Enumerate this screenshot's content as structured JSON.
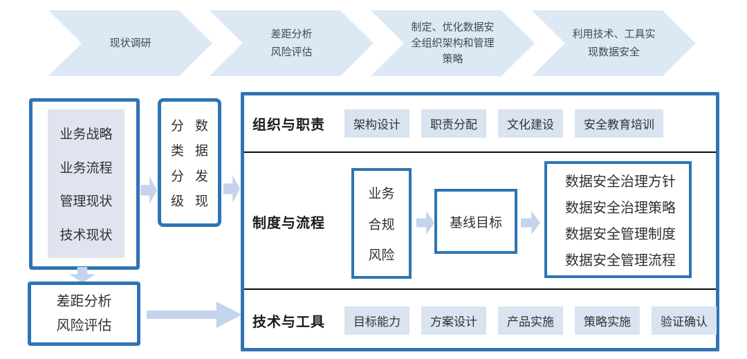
{
  "palette": {
    "accent_border_blue": "#2e74b5",
    "chevron_fill": "#dce8f4",
    "chip_fill": "#dae4f1",
    "inner_panel_fill": "#dfe4ef",
    "arrow_fill": "#c3d4ec",
    "divider_black": "#0a0a0a"
  },
  "process_bar": {
    "steps": [
      {
        "lines": [
          "现状调研"
        ]
      },
      {
        "lines": [
          "差距分析",
          "风险评估"
        ]
      },
      {
        "lines": [
          "制定、优化数据安",
          "全组织架构和管理",
          "策略"
        ]
      },
      {
        "lines": [
          "利用技术、工具实",
          "现数据安全"
        ]
      }
    ]
  },
  "left_column": {
    "current_state_box": {
      "items": [
        "业务战略",
        "业务流程",
        "管理现状",
        "技术现状"
      ]
    },
    "classification_box": {
      "left_chars": [
        "分",
        "类",
        "分",
        "级"
      ],
      "right_chars": [
        "数",
        "据",
        "发",
        "现"
      ]
    },
    "gap_box": {
      "lines": [
        "差距分析",
        "风险评估"
      ]
    }
  },
  "main_panel": {
    "row_organization": {
      "label": "组织与职责",
      "chips": [
        "架构设计",
        "职责分配",
        "文化建设",
        "安全教育培训"
      ]
    },
    "row_policy": {
      "label": "制度与流程",
      "compliance_items": [
        "业务",
        "合规",
        "风险"
      ],
      "baseline_label": "基线目标",
      "outputs": [
        "数据安全治理方针",
        "数据安全治理策略",
        "数据安全管理制度",
        "数据安全管理流程"
      ]
    },
    "row_technology": {
      "label": "技术与工具",
      "chips": [
        "目标能力",
        "方案设计",
        "产品实施",
        "策略实施",
        "验证确认"
      ]
    }
  }
}
